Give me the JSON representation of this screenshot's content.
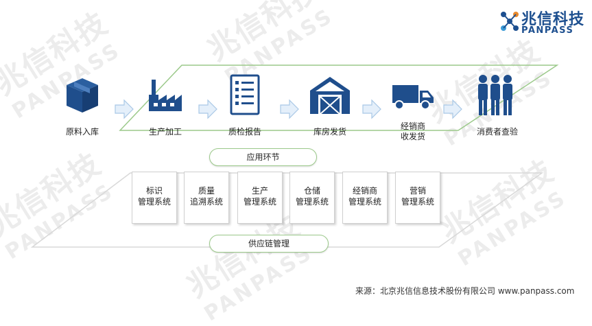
{
  "logo": {
    "cn": "兆信科技",
    "en": "PANPASS"
  },
  "watermark": {
    "cn": "兆信科技",
    "en": "PANPASS"
  },
  "chain_steps": [
    {
      "label": "原料入库",
      "icon": "box-icon"
    },
    {
      "label": "生产加工",
      "icon": "factory-icon"
    },
    {
      "label": "质检报告",
      "icon": "checklist-icon"
    },
    {
      "label": "库房发货",
      "icon": "warehouse-icon"
    },
    {
      "label": "经销商\n收发货",
      "icon": "truck-icon"
    },
    {
      "label": "消费者查验",
      "icon": "consumers-icon"
    }
  ],
  "application_pill": "应用环节",
  "systems": [
    {
      "line1": "标识",
      "line2": "管理系统"
    },
    {
      "line1": "质量",
      "line2": "追溯系统"
    },
    {
      "line1": "生产",
      "line2": "管理系统"
    },
    {
      "line1": "仓储",
      "line2": "管理系统"
    },
    {
      "line1": "经销商",
      "line2": "管理系统"
    },
    {
      "line1": "营销",
      "line2": "管理系统"
    }
  ],
  "supply_chain_pill": "供应链管理",
  "source": "来源：北京兆信信息技术股份有限公司  www.panpass.com",
  "colors": {
    "icon": "#1f4e8c",
    "arrow": "#bcd7ee",
    "band": "#9bc98a"
  }
}
